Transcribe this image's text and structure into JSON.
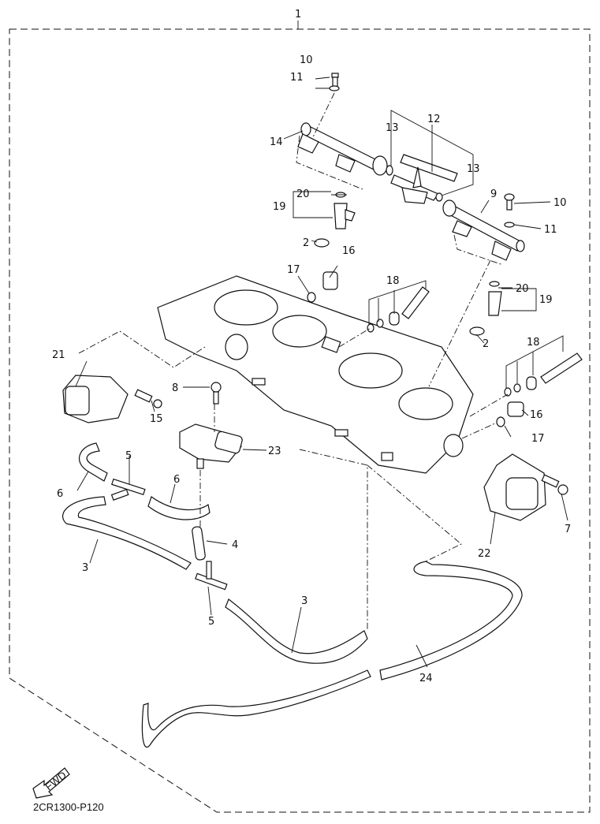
{
  "diagram": {
    "title": "Throttle body assembly exploded view",
    "drawing_code": "2CR1300-P120",
    "fwd_label": "FWD",
    "callouts": [
      {
        "id": "c1",
        "number": "1"
      },
      {
        "id": "c2a",
        "number": "2"
      },
      {
        "id": "c2b",
        "number": "2"
      },
      {
        "id": "c3a",
        "number": "3"
      },
      {
        "id": "c3b",
        "number": "3"
      },
      {
        "id": "c4",
        "number": "4"
      },
      {
        "id": "c5a",
        "number": "5"
      },
      {
        "id": "c5b",
        "number": "5"
      },
      {
        "id": "c6a",
        "number": "6"
      },
      {
        "id": "c6b",
        "number": "6"
      },
      {
        "id": "c7",
        "number": "7"
      },
      {
        "id": "c8",
        "number": "8"
      },
      {
        "id": "c9",
        "number": "9"
      },
      {
        "id": "c10a",
        "number": "10"
      },
      {
        "id": "c10b",
        "number": "10"
      },
      {
        "id": "c11a",
        "number": "11"
      },
      {
        "id": "c11b",
        "number": "11"
      },
      {
        "id": "c12",
        "number": "12"
      },
      {
        "id": "c13a",
        "number": "13"
      },
      {
        "id": "c13b",
        "number": "13"
      },
      {
        "id": "c14",
        "number": "14"
      },
      {
        "id": "c15",
        "number": "15"
      },
      {
        "id": "c16a",
        "number": "16"
      },
      {
        "id": "c16b",
        "number": "16"
      },
      {
        "id": "c17a",
        "number": "17"
      },
      {
        "id": "c17b",
        "number": "17"
      },
      {
        "id": "c18a",
        "number": "18"
      },
      {
        "id": "c18b",
        "number": "18"
      },
      {
        "id": "c19a",
        "number": "19"
      },
      {
        "id": "c19b",
        "number": "19"
      },
      {
        "id": "c20a",
        "number": "20"
      },
      {
        "id": "c20b",
        "number": "20"
      },
      {
        "id": "c21",
        "number": "21"
      },
      {
        "id": "c22",
        "number": "22"
      },
      {
        "id": "c23",
        "number": "23"
      },
      {
        "id": "c24",
        "number": "24"
      }
    ]
  }
}
